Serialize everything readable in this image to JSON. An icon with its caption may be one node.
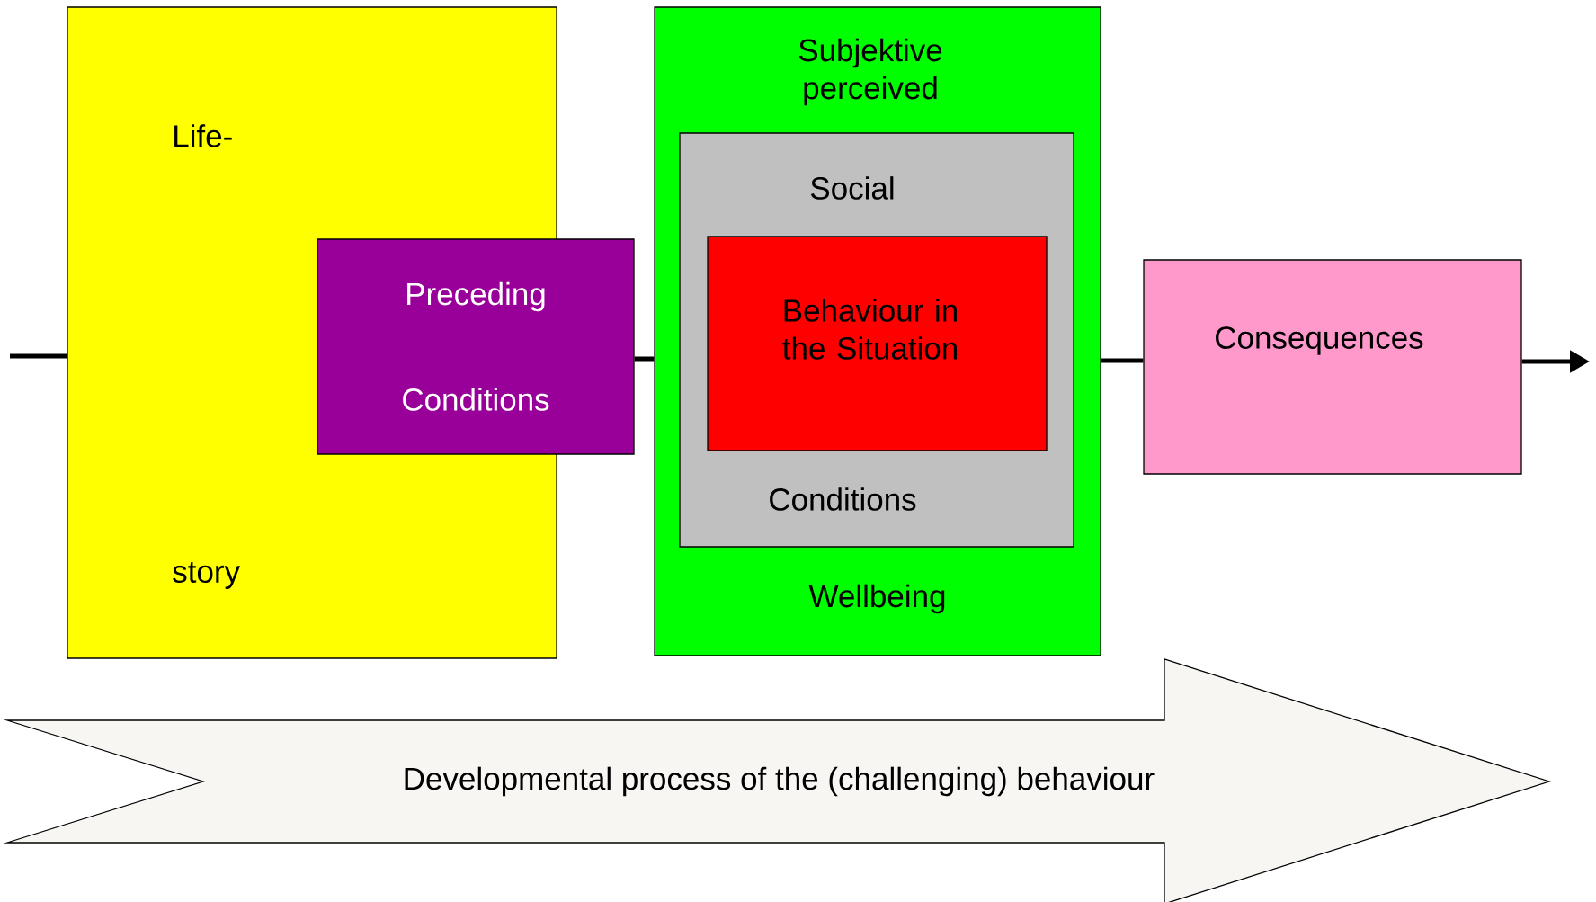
{
  "diagram": {
    "nodes": [
      {
        "text": [
          "Life-",
          "story"
        ]
      },
      {
        "text": [
          "Preceding",
          "Conditions"
        ]
      },
      {
        "text": [
          "Subjektive perceived",
          "Wellbeing"
        ]
      },
      {
        "text": [
          "Social",
          "Conditions"
        ],
        "in": 2
      },
      {
        "text": [
          "Behaviour in the Situation"
        ],
        "in": 3
      },
      {
        "text": [
          "Consequences"
        ]
      },
      {
        "text": [
          "Developmental process of the (challenging) behaviour"
        ]
      }
    ],
    "edges": [
      {
        "from": null,
        "to": 0,
        "arrow": "none"
      },
      {
        "from": 1,
        "to": 2,
        "arrow": "none"
      },
      {
        "from": 2,
        "to": 5,
        "arrow": "none"
      },
      {
        "from": 5,
        "to": null,
        "arrow": "to"
      }
    ]
  }
}
